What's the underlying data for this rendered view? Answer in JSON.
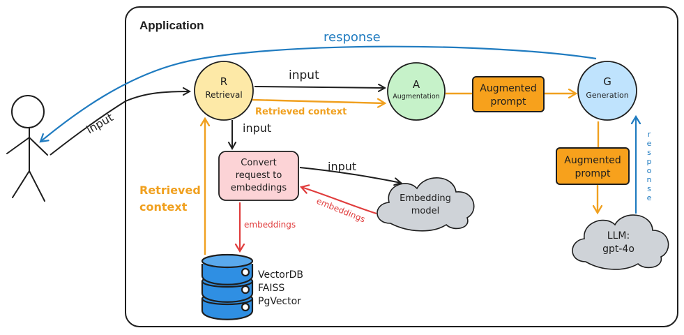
{
  "container": {
    "title": "Application"
  },
  "nodes": {
    "retrieval": {
      "letter": "R",
      "label": "Retrieval",
      "fill": "#fde9a7"
    },
    "augmentation": {
      "letter": "A",
      "label": "Augmentation",
      "fill": "#c6f2c9"
    },
    "generation": {
      "letter": "G",
      "label": "Generation",
      "fill": "#bfe3fd"
    },
    "augmented_prompt_1": {
      "line1": "Augmented",
      "line2": "prompt",
      "fill": "#f7a11c"
    },
    "augmented_prompt_2": {
      "line1": "Augmented",
      "line2": "prompt",
      "fill": "#f7a11c"
    },
    "convert": {
      "line1": "Convert",
      "line2": "request to",
      "line3": "embeddings",
      "fill": "#fcd3d6"
    },
    "embedding_model": {
      "line1": "Embedding",
      "line2": "model",
      "fill": "#cfd3d8"
    },
    "llm": {
      "line1": "LLM:",
      "line2": "gpt-4o",
      "fill": "#cfd3d8"
    },
    "vectordb": {
      "line1": "VectorDB",
      "line2": "FAISS",
      "line3": "PgVector",
      "fill": "#2f8fe3"
    }
  },
  "edges": {
    "response_top": "response",
    "input_user": "input",
    "input_r_to_a": "input",
    "retrieved_context_r_to_a": "Retrieved context",
    "input_r_to_convert": "input",
    "input_convert_to_model": "input",
    "embeddings_model_to_convert": "embeddings",
    "embeddings_convert_to_db": "embeddings",
    "retrieved_context_db_to_r_line1": "Retrieved",
    "retrieved_context_db_to_r_line2": "context",
    "response_vertical": [
      "r",
      "e",
      "s",
      "p",
      "o",
      "n",
      "s",
      "e"
    ]
  },
  "colors": {
    "black": "#1e1e1e",
    "blue": "#1f7bc0",
    "orange": "#f0a01f",
    "red": "#e03c3c"
  }
}
